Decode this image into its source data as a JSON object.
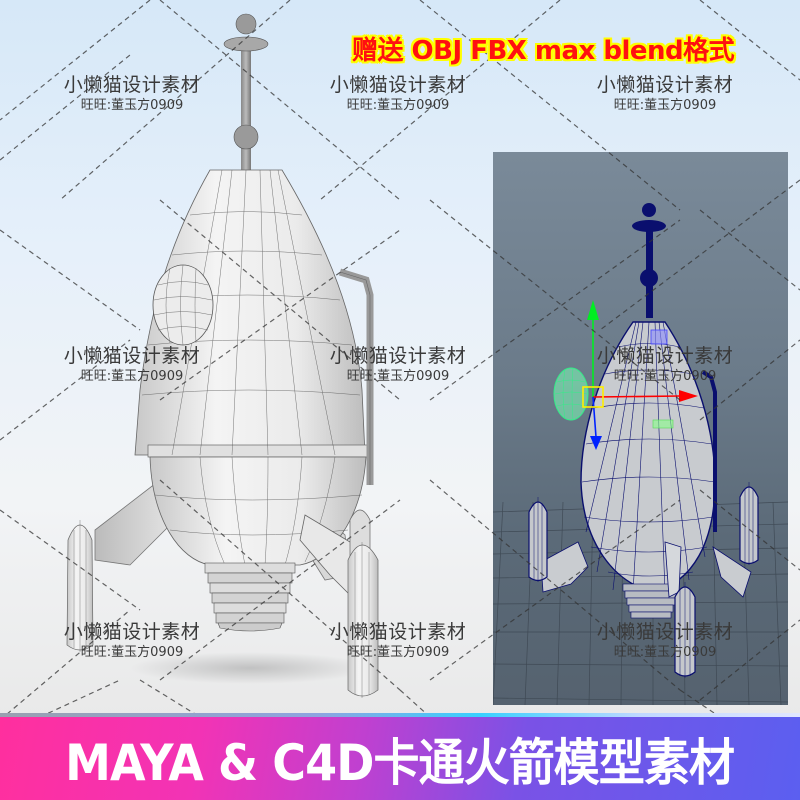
{
  "promo": {
    "text": "赠送 OBJ FBX max blend格式",
    "text_color": "#ff1010",
    "outline_color": "#ffff00"
  },
  "watermark": {
    "line1": "小懒猫设计素材",
    "line2": "旺旺:董玉方0909"
  },
  "watermarks": [
    {
      "col": 0,
      "row": 0
    },
    {
      "col": 1,
      "row": 0
    },
    {
      "col": 2,
      "row": 0
    },
    {
      "col": 0,
      "row": 1
    },
    {
      "col": 1,
      "row": 1
    },
    {
      "col": 2,
      "row": 1
    },
    {
      "col": 0,
      "row": 2
    },
    {
      "col": 1,
      "row": 2
    },
    {
      "col": 2,
      "row": 2
    }
  ],
  "left_render": {
    "subject": "cartoon rocket model, white clay wireframe render",
    "background": "#e3edf7"
  },
  "viewport": {
    "app": "Maya",
    "background": "#6b7b8a",
    "wireframe_color": "#0a0f6e",
    "gizmo": {
      "x_axis_color": "#ff0000",
      "y_axis_color": "#00ee22",
      "z_axis_color": "#0022ff",
      "center_box_color": "#ffee00"
    },
    "selected_part_color": "#55ff99"
  },
  "banner": {
    "title": "MAYA & C4D卡通火箭模型素材",
    "gradient_start": "#ff2f9e",
    "gradient_end": "#5b5ff0"
  }
}
